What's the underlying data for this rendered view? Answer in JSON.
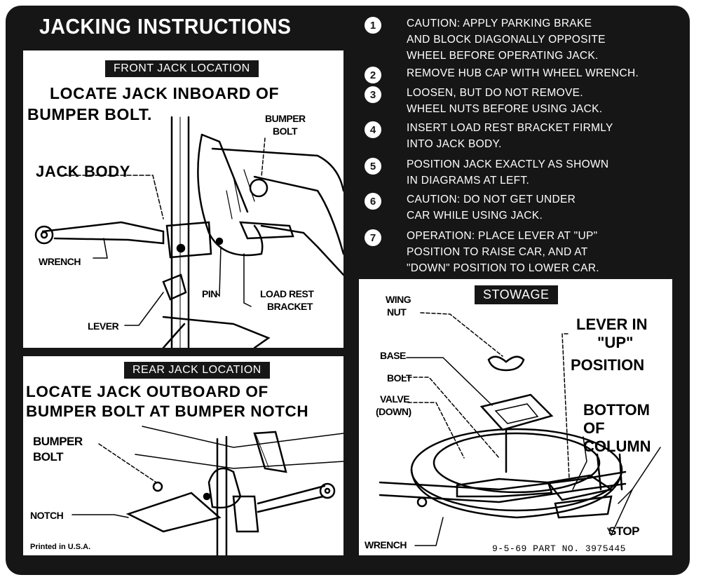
{
  "title": "JACKING INSTRUCTIONS",
  "steps": [
    {
      "num": "1",
      "lines": [
        "CAUTION: APPLY PARKING BRAKE",
        "AND BLOCK DIAGONALLY OPPOSITE",
        "WHEEL BEFORE OPERATING JACK."
      ]
    },
    {
      "num": "2",
      "lines": [
        "REMOVE HUB CAP WITH WHEEL WRENCH."
      ]
    },
    {
      "num": "3",
      "lines": [
        "LOOSEN, BUT DO NOT REMOVE.",
        "WHEEL NUTS BEFORE USING JACK."
      ]
    },
    {
      "num": "4",
      "lines": [
        "INSERT LOAD REST BRACKET FIRMLY",
        "INTO JACK BODY."
      ]
    },
    {
      "num": "5",
      "lines": [
        "POSITION JACK EXACTLY AS SHOWN",
        "IN DIAGRAMS AT LEFT."
      ]
    },
    {
      "num": "6",
      "lines": [
        "CAUTION: DO NOT GET UNDER",
        "CAR WHILE USING JACK."
      ]
    },
    {
      "num": "7",
      "lines": [
        "OPERATION: PLACE LEVER AT \"UP\"",
        "POSITION TO RAISE CAR, AND AT",
        "\"DOWN\" POSITION TO LOWER CAR."
      ]
    }
  ],
  "front": {
    "tag": "FRONT JACK LOCATION",
    "heading1": "LOCATE JACK INBOARD OF",
    "heading2": "BUMPER BOLT.",
    "labels": {
      "bumper_bolt_1": "BUMPER",
      "bumper_bolt_2": "BOLT",
      "jack_body": "JACK BODY",
      "wrench": "WRENCH",
      "pin": "PIN",
      "load_rest_1": "LOAD REST",
      "load_rest_2": "BRACKET",
      "lever": "LEVER"
    }
  },
  "rear": {
    "tag": "REAR JACK LOCATION",
    "heading1": "LOCATE JACK OUTBOARD OF",
    "heading2": "BUMPER BOLT AT BUMPER NOTCH",
    "labels": {
      "bumper_1": "BUMPER",
      "bumper_2": "BOLT",
      "notch": "NOTCH"
    },
    "printed": "Printed in U.S.A."
  },
  "stowage": {
    "tag": "STOWAGE",
    "labels": {
      "wing_1": "WING",
      "wing_2": "NUT",
      "base": "BASE",
      "bolt": "BOLT",
      "valve_1": "VALVE",
      "valve_2": "(DOWN)",
      "wrench": "WRENCH",
      "lever_1": "LEVER IN",
      "lever_2": "\"UP\"",
      "lever_3": "POSITION",
      "bottom_1": "BOTTOM",
      "bottom_2": "OF",
      "bottom_3": "COLUMN",
      "stop": "STOP"
    },
    "part_no": "9-5-69 PART NO. 3975445"
  }
}
